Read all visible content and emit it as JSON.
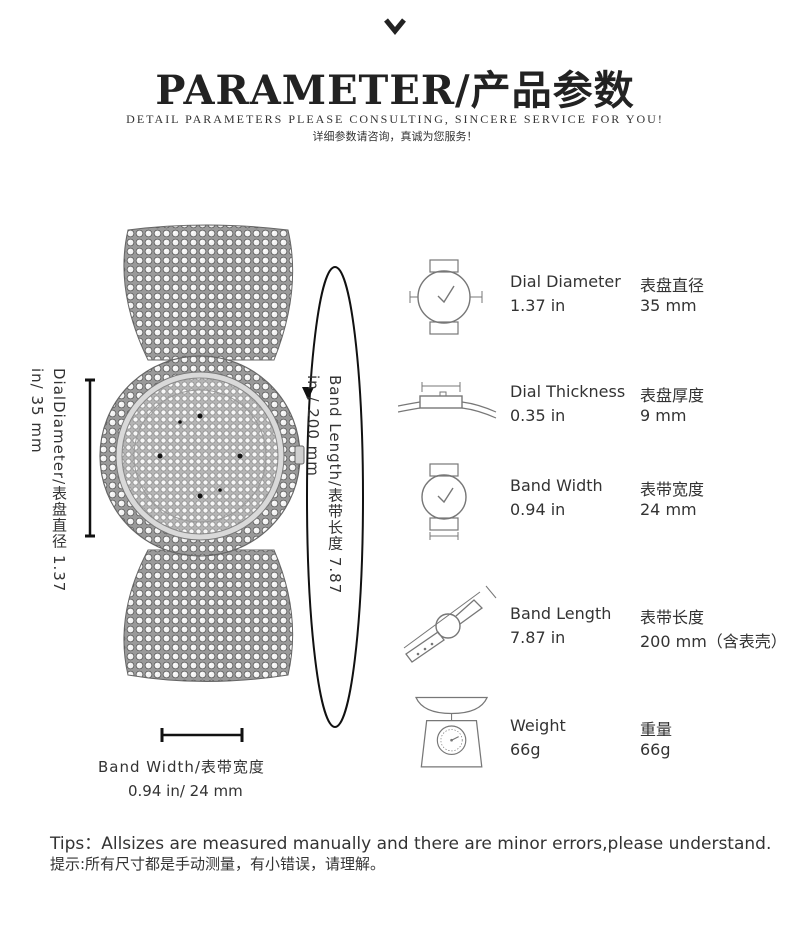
{
  "header": {
    "title": "PARAMETER/产品参数",
    "subtitle_en": "DETAIL PARAMETERS PLEASE CONSULTING, SINCERE SERVICE FOR YOU!",
    "subtitle_cn": "详细参数请咨询，真诚为您服务！"
  },
  "product": {
    "dial_label": "DialDiameter/表盘直径",
    "dial_value": "1.37 in/ 35 mm",
    "band_length_label": "Band Length/表带长度",
    "band_length_value": "7.87 in / 200 mm",
    "band_width_label": "Band Width/表带宽度",
    "band_width_value": "0.94 in/ 24 mm"
  },
  "params": [
    {
      "label_en": "Dial Diameter",
      "value_en": "1.37 in",
      "label_cn": "表盘直径",
      "value_cn": "35 mm",
      "icon": "watch-dial-icon"
    },
    {
      "label_en": "Dial Thickness",
      "value_en": "0.35 in",
      "label_cn": "表盘厚度",
      "value_cn": "9 mm",
      "icon": "watch-side-icon"
    },
    {
      "label_en": "Band Width",
      "value_en": "0.94 in",
      "label_cn": "表带宽度",
      "value_cn": "24 mm",
      "icon": "watch-band-width-icon"
    },
    {
      "label_en": "Band Length",
      "value_en": "7.87 in",
      "label_cn": "表带长度",
      "value_cn": "200 mm（含表壳）",
      "icon": "watch-band-length-icon"
    },
    {
      "label_en": "Weight",
      "value_en": "66g",
      "label_cn": "重量",
      "value_cn": "66g",
      "icon": "scale-icon"
    }
  ],
  "tips": {
    "en": "Tips：Allsizes are measured manually and there are minor errors,please understand.",
    "cn": "提示:所有尺寸都是手动测量，有小错误，请理解。"
  }
}
